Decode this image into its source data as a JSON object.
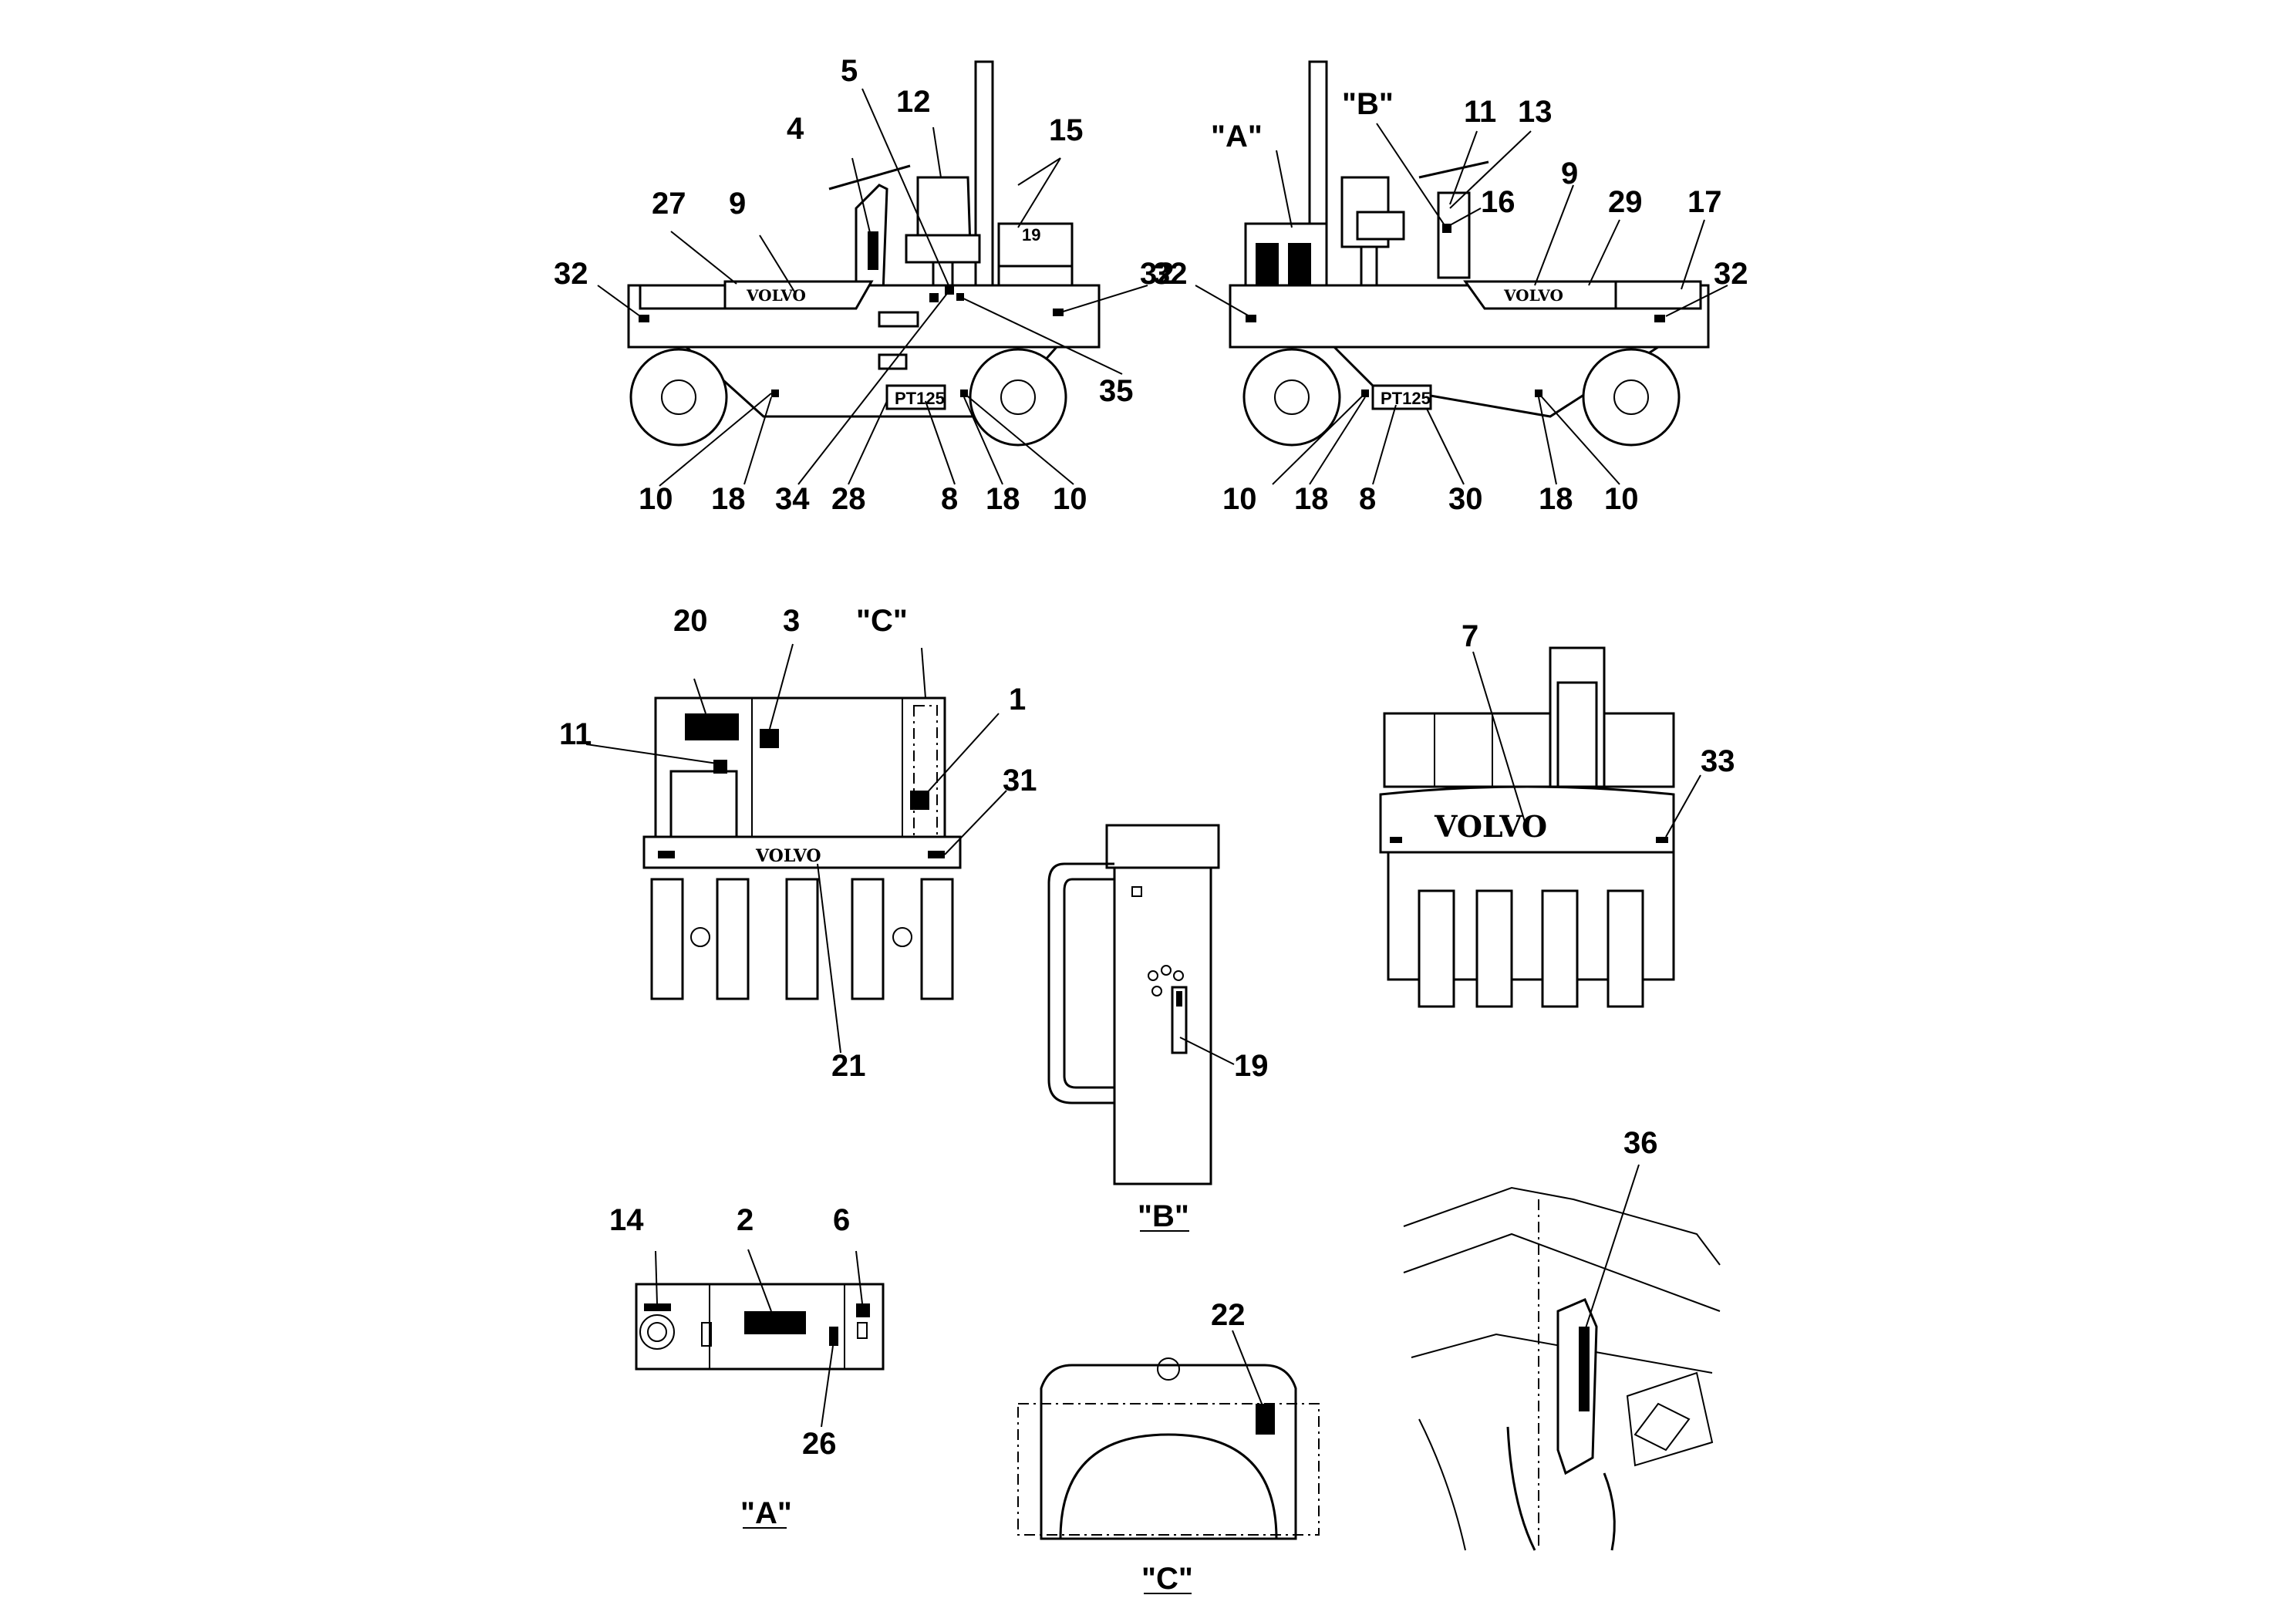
{
  "brand": "VOLVO",
  "model_marking": "PT125",
  "tank_marking": "19",
  "labels": {
    "n1": "1",
    "n2": "2",
    "n3": "3",
    "n4": "4",
    "n5": "5",
    "n6": "6",
    "n7": "7",
    "n8": "8",
    "n9": "9",
    "n10": "10",
    "n11": "11",
    "n12": "12",
    "n13": "13",
    "n14": "14",
    "n15": "15",
    "n16": "16",
    "n17": "17",
    "n18": "18",
    "n19": "19",
    "n20": "20",
    "n21": "21",
    "n22": "22",
    "n26": "26",
    "n27": "27",
    "n28": "28",
    "n29": "29",
    "n30": "30",
    "n31": "31",
    "n32": "32",
    "n33": "33",
    "n34": "34",
    "n35": "35",
    "n36": "36"
  },
  "views": {
    "a": "\"A\"",
    "b": "\"B\"",
    "c": "\"C\""
  }
}
